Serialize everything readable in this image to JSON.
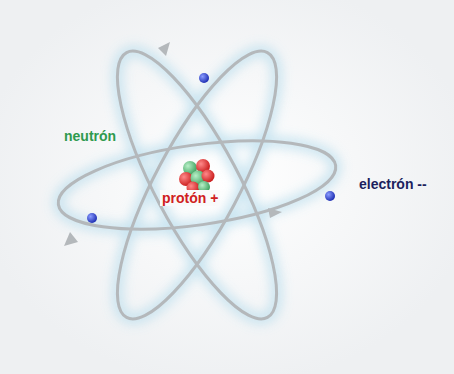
{
  "diagram": {
    "labels": [
      "neutrón",
      "protón +",
      "electrón --"
    ]
  }
}
